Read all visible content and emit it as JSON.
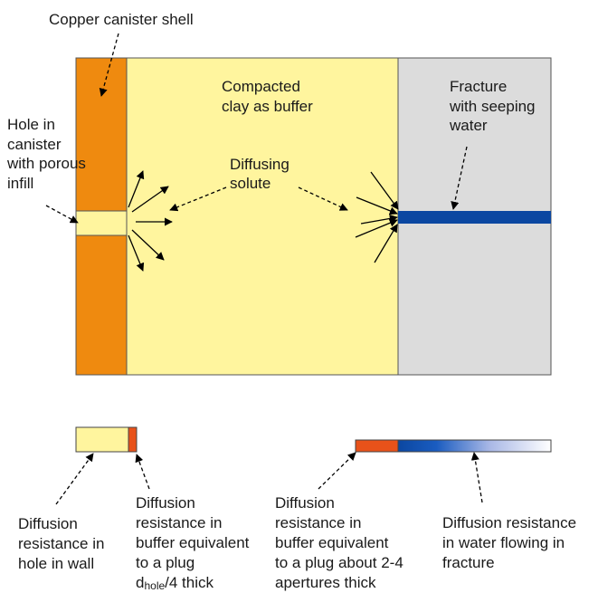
{
  "labels": {
    "copper_shell": "Copper canister shell",
    "hole_line1": "Hole in",
    "hole_line2": "canister",
    "hole_line3": "with porous",
    "hole_line4": "infill",
    "clay_line1": "Compacted",
    "clay_line2": "clay as buffer",
    "diffusing_line1": "Diffusing",
    "diffusing_line2": "solute",
    "fracture_line1": "Fracture",
    "fracture_line2": "with seeping",
    "fracture_line3": "water"
  },
  "captions": {
    "hole_wall": [
      "Diffusion",
      "resistance in",
      "hole in wall"
    ],
    "buffer_plug_hole": {
      "lines": [
        "Diffusion",
        "resistance in",
        "buffer equivalent",
        "to a plug"
      ],
      "last_main": "d",
      "last_sub": "hole",
      "last_tail": "/4 thick"
    },
    "buffer_plug_apertures": [
      "Diffusion",
      "resistance in",
      "buffer equivalent",
      "to a plug about 2-4",
      "apertures thick"
    ],
    "fracture_water": [
      "Diffusion resistance",
      "in water flowing in",
      "fracture"
    ]
  },
  "colors": {
    "copper": "#ef8a0f",
    "clay": "#fff59e",
    "hole_infill": "#fff59e",
    "rock": "#dcdcdc",
    "fracture": "#0b47a1",
    "buffer_resistance": "#e8521a",
    "outline": "#555555"
  }
}
